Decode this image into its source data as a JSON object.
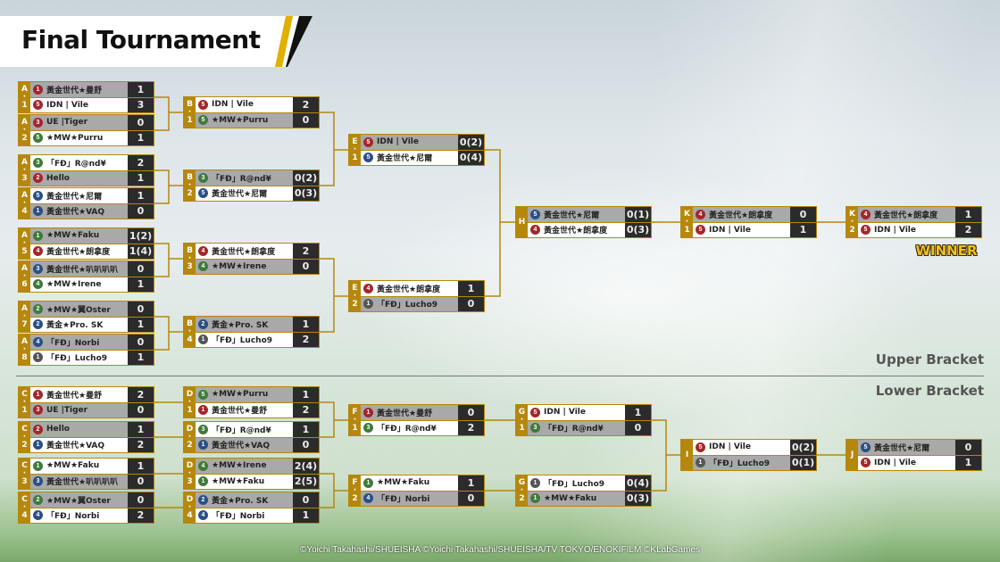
{
  "title": "Final Tournament",
  "upper_label": "Upper Bracket",
  "lower_label": "Lower Bracket",
  "winner_label": "WINNER",
  "copyright": "©Yoichi Takahashi/SHUEISHA ©Yoichi Takahashi/SHUEISHA/TV TOKYO/ENOKIFILM ©KLabGames",
  "colors": {
    "red": "#a3262b",
    "green": "#3f7a3a",
    "blue": "#2a4f86",
    "gray": "#555555",
    "gold": "#b5870d"
  },
  "matches": {
    "A1": {
      "label": [
        "A",
        "1"
      ],
      "teams": [
        {
          "name": "黃金世代★曼舒",
          "seed": "1",
          "color": "red",
          "score": "1",
          "win": false
        },
        {
          "name": "IDN | Vile",
          "seed": "5",
          "color": "red",
          "score": "3",
          "win": true
        }
      ]
    },
    "A2": {
      "label": [
        "A",
        "2"
      ],
      "teams": [
        {
          "name": "UE |Tiger",
          "seed": "3",
          "color": "red",
          "score": "0",
          "win": false
        },
        {
          "name": "★MW★Purru",
          "seed": "5",
          "color": "green",
          "score": "1",
          "win": true
        }
      ]
    },
    "A3": {
      "label": [
        "A",
        "3"
      ],
      "teams": [
        {
          "name": "「FÐ」R@nd¥",
          "seed": "3",
          "color": "green",
          "score": "2",
          "win": true
        },
        {
          "name": "Hello",
          "seed": "2",
          "color": "red",
          "score": "1",
          "win": false
        }
      ]
    },
    "A4": {
      "label": [
        "A",
        "4"
      ],
      "teams": [
        {
          "name": "黃金世代★尼爾",
          "seed": "5",
          "color": "blue",
          "score": "1",
          "win": true
        },
        {
          "name": "黃金世代★VAQ",
          "seed": "1",
          "color": "blue",
          "score": "0",
          "win": false
        }
      ]
    },
    "A5": {
      "label": [
        "A",
        "5"
      ],
      "teams": [
        {
          "name": "★MW★Faku",
          "seed": "1",
          "color": "green",
          "score": "1(2)",
          "win": false
        },
        {
          "name": "黃金世代★朗拿度",
          "seed": "4",
          "color": "red",
          "score": "1(4)",
          "win": true
        }
      ]
    },
    "A6": {
      "label": [
        "A",
        "6"
      ],
      "teams": [
        {
          "name": "黃金世代★叭叭叭叭",
          "seed": "3",
          "color": "blue",
          "score": "0",
          "win": false
        },
        {
          "name": "★MW★Irene",
          "seed": "4",
          "color": "green",
          "score": "1",
          "win": true
        }
      ]
    },
    "A7": {
      "label": [
        "A",
        "7"
      ],
      "teams": [
        {
          "name": "★MW★翼Oster",
          "seed": "2",
          "color": "green",
          "score": "0",
          "win": false
        },
        {
          "name": "黃金★Pro. SK",
          "seed": "2",
          "color": "blue",
          "score": "1",
          "win": true
        }
      ]
    },
    "A8": {
      "label": [
        "A",
        "8"
      ],
      "teams": [
        {
          "name": "「FÐ」Norbi",
          "seed": "4",
          "color": "blue",
          "score": "0",
          "win": false
        },
        {
          "name": "「FÐ」Lucho9",
          "seed": "1",
          "color": "gray",
          "score": "1",
          "win": true
        }
      ]
    },
    "B1": {
      "label": [
        "B",
        "1"
      ],
      "teams": [
        {
          "name": "IDN | Vile",
          "seed": "5",
          "color": "red",
          "score": "2",
          "win": true
        },
        {
          "name": "★MW★Purru",
          "seed": "5",
          "color": "green",
          "score": "0",
          "win": false
        }
      ]
    },
    "B2": {
      "label": [
        "B",
        "2"
      ],
      "teams": [
        {
          "name": "「FÐ」R@nd¥",
          "seed": "3",
          "color": "green",
          "score": "0(2)",
          "win": false
        },
        {
          "name": "黃金世代★尼爾",
          "seed": "5",
          "color": "blue",
          "score": "0(3)",
          "win": true
        }
      ]
    },
    "B3": {
      "label": [
        "B",
        "3"
      ],
      "teams": [
        {
          "name": "黃金世代★朗拿度",
          "seed": "4",
          "color": "red",
          "score": "2",
          "win": true
        },
        {
          "name": "★MW★Irene",
          "seed": "4",
          "color": "green",
          "score": "0",
          "win": false
        }
      ]
    },
    "B4": {
      "label": [
        "B",
        "4"
      ],
      "teams": [
        {
          "name": "黃金★Pro. SK",
          "seed": "2",
          "color": "blue",
          "score": "1",
          "win": false
        },
        {
          "name": "「FÐ」Lucho9",
          "seed": "1",
          "color": "gray",
          "score": "2",
          "win": true
        }
      ]
    },
    "E1": {
      "label": [
        "E",
        "1"
      ],
      "teams": [
        {
          "name": "IDN | Vile",
          "seed": "5",
          "color": "red",
          "score": "0(2)",
          "win": false
        },
        {
          "name": "黃金世代★尼爾",
          "seed": "5",
          "color": "blue",
          "score": "0(4)",
          "win": true
        }
      ]
    },
    "E2": {
      "label": [
        "E",
        "2"
      ],
      "teams": [
        {
          "name": "黃金世代★朗拿度",
          "seed": "4",
          "color": "red",
          "score": "1",
          "win": true
        },
        {
          "name": "「FÐ」Lucho9",
          "seed": "1",
          "color": "gray",
          "score": "0",
          "win": false
        }
      ]
    },
    "H": {
      "label": [
        "H"
      ],
      "teams": [
        {
          "name": "黃金世代★尼爾",
          "seed": "5",
          "color": "blue",
          "score": "0(1)",
          "win": false
        },
        {
          "name": "黃金世代★朗拿度",
          "seed": "4",
          "color": "red",
          "score": "0(3)",
          "win": true
        }
      ]
    },
    "K1": {
      "label": [
        "K",
        "1"
      ],
      "teams": [
        {
          "name": "黃金世代★朗拿度",
          "seed": "4",
          "color": "red",
          "score": "0",
          "win": false
        },
        {
          "name": "IDN | Vile",
          "seed": "5",
          "color": "red",
          "score": "1",
          "win": true
        }
      ]
    },
    "K2": {
      "label": [
        "K",
        "2"
      ],
      "teams": [
        {
          "name": "黃金世代★朗拿度",
          "seed": "4",
          "color": "red",
          "score": "1",
          "win": false
        },
        {
          "name": "IDN | Vile",
          "seed": "5",
          "color": "red",
          "score": "2",
          "win": true
        }
      ]
    },
    "C1": {
      "label": [
        "C",
        "1"
      ],
      "teams": [
        {
          "name": "黃金世代★曼舒",
          "seed": "1",
          "color": "red",
          "score": "2",
          "win": true
        },
        {
          "name": "UE |Tiger",
          "seed": "3",
          "color": "red",
          "score": "0",
          "win": false
        }
      ]
    },
    "C2": {
      "label": [
        "C",
        "2"
      ],
      "teams": [
        {
          "name": "Hello",
          "seed": "2",
          "color": "red",
          "score": "1",
          "win": false
        },
        {
          "name": "黃金世代★VAQ",
          "seed": "1",
          "color": "blue",
          "score": "2",
          "win": true
        }
      ]
    },
    "C3": {
      "label": [
        "C",
        "3"
      ],
      "teams": [
        {
          "name": "★MW★Faku",
          "seed": "1",
          "color": "green",
          "score": "1",
          "win": true
        },
        {
          "name": "黃金世代★叭叭叭叭",
          "seed": "3",
          "color": "blue",
          "score": "0",
          "win": false
        }
      ]
    },
    "C4": {
      "label": [
        "C",
        "4"
      ],
      "teams": [
        {
          "name": "★MW★翼Oster",
          "seed": "2",
          "color": "green",
          "score": "0",
          "win": false
        },
        {
          "name": "「FÐ」Norbi",
          "seed": "4",
          "color": "blue",
          "score": "2",
          "win": true
        }
      ]
    },
    "D1": {
      "label": [
        "D",
        "1"
      ],
      "teams": [
        {
          "name": "★MW★Purru",
          "seed": "5",
          "color": "green",
          "score": "1",
          "win": false
        },
        {
          "name": "黃金世代★曼舒",
          "seed": "1",
          "color": "red",
          "score": "2",
          "win": true
        }
      ]
    },
    "D2": {
      "label": [
        "D",
        "2"
      ],
      "teams": [
        {
          "name": "「FÐ」R@nd¥",
          "seed": "3",
          "color": "green",
          "score": "1",
          "win": true
        },
        {
          "name": "黃金世代★VAQ",
          "seed": "1",
          "color": "blue",
          "score": "0",
          "win": false
        }
      ]
    },
    "D3": {
      "label": [
        "D",
        "3"
      ],
      "teams": [
        {
          "name": "★MW★Irene",
          "seed": "4",
          "color": "green",
          "score": "2(4)",
          "win": false
        },
        {
          "name": "★MW★Faku",
          "seed": "1",
          "color": "green",
          "score": "2(5)",
          "win": true
        }
      ]
    },
    "D4": {
      "label": [
        "D",
        "4"
      ],
      "teams": [
        {
          "name": "黃金★Pro. SK",
          "seed": "2",
          "color": "blue",
          "score": "0",
          "win": false
        },
        {
          "name": "「FÐ」Norbi",
          "seed": "4",
          "color": "blue",
          "score": "1",
          "win": true
        }
      ]
    },
    "F1": {
      "label": [
        "F",
        "1"
      ],
      "teams": [
        {
          "name": "黃金世代★曼舒",
          "seed": "1",
          "color": "red",
          "score": "0",
          "win": false
        },
        {
          "name": "「FÐ」R@nd¥",
          "seed": "3",
          "color": "green",
          "score": "2",
          "win": true
        }
      ]
    },
    "F2": {
      "label": [
        "F",
        "2"
      ],
      "teams": [
        {
          "name": "★MW★Faku",
          "seed": "1",
          "color": "green",
          "score": "1",
          "win": true
        },
        {
          "name": "「FÐ」Norbi",
          "seed": "4",
          "color": "blue",
          "score": "0",
          "win": false
        }
      ]
    },
    "G1": {
      "label": [
        "G",
        "1"
      ],
      "teams": [
        {
          "name": "IDN | Vile",
          "seed": "5",
          "color": "red",
          "score": "1",
          "win": true
        },
        {
          "name": "「FÐ」R@nd¥",
          "seed": "3",
          "color": "green",
          "score": "0",
          "win": false
        }
      ]
    },
    "G2": {
      "label": [
        "G",
        "2"
      ],
      "teams": [
        {
          "name": "「FÐ」Lucho9",
          "seed": "1",
          "color": "gray",
          "score": "0(4)",
          "win": true
        },
        {
          "name": "★MW★Faku",
          "seed": "1",
          "color": "green",
          "score": "0(3)",
          "win": false
        }
      ]
    },
    "I": {
      "label": [
        "I"
      ],
      "teams": [
        {
          "name": "IDN | Vile",
          "seed": "5",
          "color": "red",
          "score": "0(2)",
          "win": true
        },
        {
          "name": "「FÐ」Lucho9",
          "seed": "1",
          "color": "gray",
          "score": "0(1)",
          "win": false
        }
      ]
    },
    "J": {
      "label": [
        "J"
      ],
      "teams": [
        {
          "name": "黃金世代★尼爾",
          "seed": "5",
          "color": "blue",
          "score": "0",
          "win": false
        },
        {
          "name": "IDN | Vile",
          "seed": "5",
          "color": "red",
          "score": "1",
          "win": true
        }
      ]
    }
  }
}
